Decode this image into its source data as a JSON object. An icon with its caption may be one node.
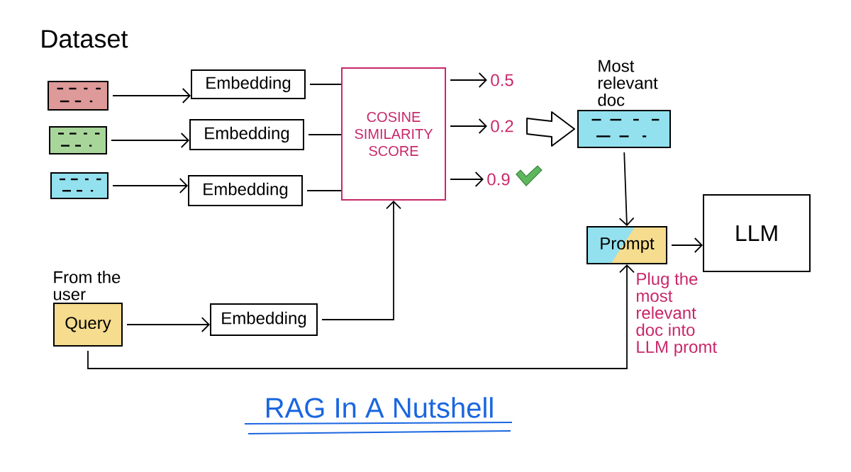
{
  "diagram": {
    "title": "RAG In A Nutshell",
    "nodes": [
      {
        "text": [],
        "shape": "box"
      },
      {
        "text": [],
        "shape": "box"
      },
      {
        "text": [],
        "shape": "box"
      },
      {
        "text": [
          "Embedding"
        ]
      },
      {
        "text": [
          "Embedding"
        ]
      },
      {
        "text": [
          "Embedding"
        ]
      },
      {
        "text": [
          "COSINE SIMILARITY SCORE"
        ]
      },
      {
        "text": [
          "0.5"
        ]
      },
      {
        "text": [
          "0.2"
        ]
      },
      {
        "text": [
          "0.9"
        ]
      },
      {
        "text": [
          "Most relevant doc"
        ]
      },
      {
        "text": [
          "Prompt"
        ]
      },
      {
        "text": [
          "LLM"
        ]
      },
      {
        "text": [
          "From the user",
          "Query"
        ]
      },
      {
        "text": [
          "Embedding"
        ]
      }
    ],
    "edges": [
      {
        "from": 0,
        "to": 3,
        "arrow": "to"
      },
      {
        "from": 1,
        "to": 4,
        "arrow": "to"
      },
      {
        "from": 2,
        "to": 5,
        "arrow": "to"
      },
      {
        "from": 3,
        "to": 6,
        "arrow": "none"
      },
      {
        "from": 4,
        "to": 6,
        "arrow": "none"
      },
      {
        "from": 5,
        "to": 6,
        "arrow": "none"
      },
      {
        "from": 6,
        "to": 7,
        "arrow": "to"
      },
      {
        "from": 6,
        "to": 8,
        "arrow": "to"
      },
      {
        "from": 6,
        "to": 9,
        "arrow": "to"
      },
      {
        "from": 8,
        "to": 10,
        "arrow": "to"
      },
      {
        "from": 10,
        "to": 11,
        "arrow": "to"
      },
      {
        "from": 11,
        "to": 12,
        "arrow": "to"
      },
      {
        "from": 13,
        "to": 14,
        "arrow": "to"
      },
      {
        "from": 14,
        "to": 6,
        "arrow": "to"
      },
      {
        "from": 13,
        "to": 11,
        "arrow": "to"
      }
    ],
    "labels": [
      "Dataset",
      "Plug the most relevant doc into LLM promt"
    ]
  }
}
